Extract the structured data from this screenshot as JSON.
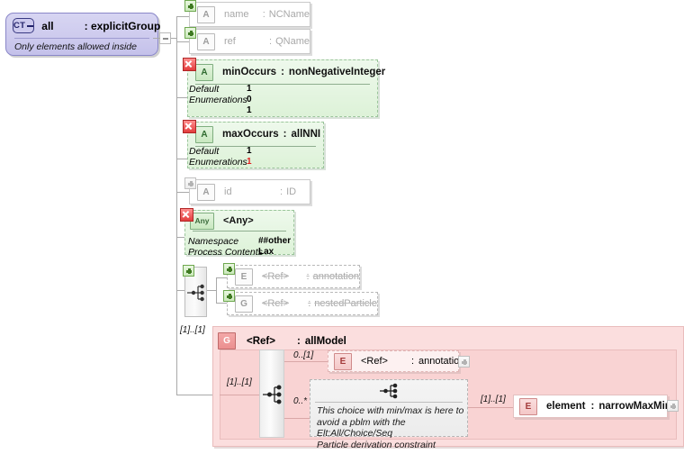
{
  "diagram": {
    "kind": "xml-schema-diagram",
    "root": {
      "badge": "CT",
      "badge_icon": "complextype-collapse-icon",
      "name": "all",
      "separator": ":",
      "type": "explicitGroup",
      "note": "Only elements allowed inside"
    },
    "attributes": [
      {
        "id": "name",
        "chip": "A",
        "chip_icon": "attribute-icon",
        "marker": "plus",
        "name": "name",
        "separator": ":",
        "type": "NCName",
        "state": "optional"
      },
      {
        "id": "ref",
        "chip": "A",
        "chip_icon": "attribute-icon",
        "marker": "plus",
        "name": "ref",
        "separator": ":",
        "type": "QName",
        "state": "optional"
      },
      {
        "id": "minOccurs",
        "chip": "A",
        "chip_icon": "attribute-icon",
        "marker": "x",
        "name": "minOccurs",
        "separator": ":",
        "type": "nonNegativeInteger",
        "state": "required",
        "details": {
          "default_label": "Default",
          "default_value": "1",
          "enum_label": "Enumerations",
          "enum_values": [
            "0",
            "1"
          ]
        }
      },
      {
        "id": "maxOccurs",
        "chip": "A",
        "chip_icon": "attribute-icon",
        "marker": "x",
        "name": "maxOccurs",
        "separator": ":",
        "type": "allNNI",
        "state": "required",
        "details": {
          "default_label": "Default",
          "default_value": "1",
          "enum_label": "Enumerations",
          "enum_values": [
            "1"
          ],
          "enum_highlight_color": "#e02020"
        }
      },
      {
        "id": "id",
        "chip": "A",
        "chip_icon": "attribute-icon",
        "marker": "plus",
        "name": "id",
        "separator": ":",
        "type": "ID",
        "state": "optional"
      }
    ],
    "any": {
      "chip": "Any",
      "chip_icon": "any-icon",
      "marker": "x",
      "title": "<Any>",
      "namespace_label": "Namespace",
      "namespace_value": "##other",
      "process_label": "Process Contents",
      "process_value": "Lax"
    },
    "particle_choice": {
      "marker": "plus",
      "icon": "choice-compositor-icon",
      "children": [
        {
          "chip": "E",
          "chip_icon": "element-icon",
          "marker": "plus",
          "name": "<Ref>",
          "separator": ":",
          "type": "annotation"
        },
        {
          "chip": "G",
          "chip_icon": "group-icon",
          "marker": "plus",
          "name": "<Ref>",
          "separator": ":",
          "type": "nestedParticle"
        }
      ]
    },
    "group_ref": {
      "cardinality_outer": "[1]..[1]",
      "chip": "G",
      "chip_icon": "group-icon",
      "name": "<Ref>",
      "separator": ":",
      "type": "allModel",
      "compositor_icon": "choice-compositor-icon",
      "compositor_cardinality": "[1]..[1]",
      "branches": [
        {
          "cardinality": "0..[1]",
          "chip": "E",
          "chip_icon": "element-icon",
          "name": "<Ref>",
          "separator": ":",
          "type": "annotation",
          "expander": "plus"
        },
        {
          "cardinality": "0..*",
          "note_icon": "choice-compositor-icon",
          "note_lines": [
            "This choice with min/max is here to",
            "avoid a pblm with the Elt:All/Choice/Seq",
            "Particle derivation constraint"
          ],
          "child": {
            "cardinality": "[1]..[1]",
            "chip": "E",
            "chip_icon": "element-icon",
            "name": "element",
            "separator": ":",
            "type": "narrowMaxMin",
            "expander": "plus"
          }
        }
      ]
    },
    "colors": {
      "root_fill": "#cecbee",
      "attribute_required_fill": "#e3f4de",
      "group_region_fill": "#fbdede",
      "marker_required": "#e23c3c",
      "marker_optional": "#6ea84f",
      "enum_highlight": "#e02020"
    }
  }
}
